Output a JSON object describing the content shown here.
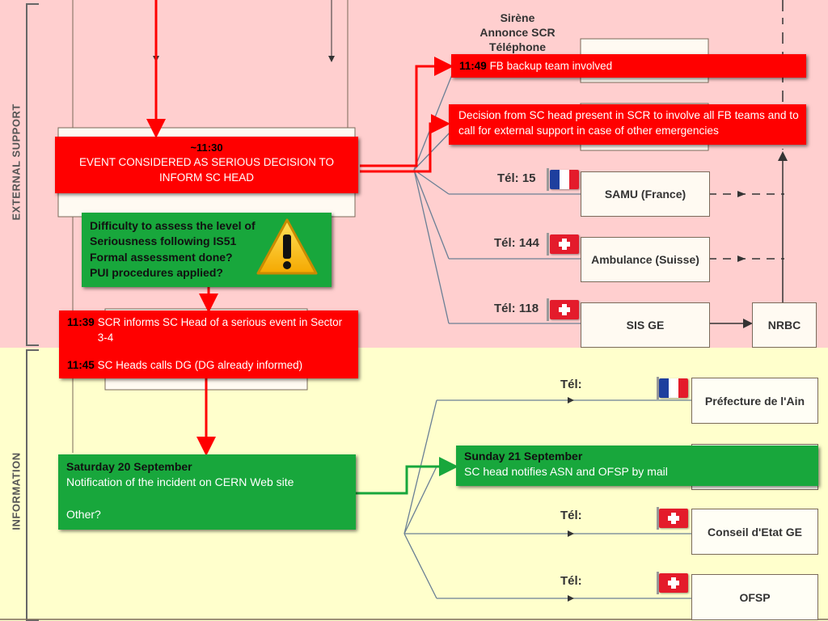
{
  "sections": {
    "external_support": "EXTERNAL SUPPORT",
    "information": "INFORMATION"
  },
  "sirene_label": [
    "Sirène",
    "Annonce SCR",
    "Téléphone"
  ],
  "services": {
    "samu": {
      "tel": "Tél: 15",
      "name": "SAMU (France)",
      "flag": "france-flag-icon"
    },
    "ambulance": {
      "tel": "Tél: 144",
      "name": "Ambulance (Suisse)",
      "flag": "swiss-flag-icon"
    },
    "sis": {
      "tel": "Tél: 118",
      "name": "SIS GE",
      "flag": "swiss-flag-icon"
    },
    "nrbc": {
      "name": "NRBC"
    },
    "prefecture": {
      "tel": "Tél:",
      "name": "Préfecture de l'Ain",
      "flag": "france-flag-icon"
    },
    "conseil": {
      "tel": "Tél:",
      "name": "Conseil d'Etat GE",
      "flag": "swiss-flag-icon"
    },
    "ofsp": {
      "tel": "Tél:",
      "name": "OFSP",
      "flag": "swiss-flag-icon"
    }
  },
  "overlays": {
    "fb_backup": {
      "time": "11:49",
      "text": "FB backup team involved"
    },
    "decision": {
      "text": "Decision from SC head present in SCR to involve all FB teams and to call for external support in case of other emergencies"
    },
    "event": {
      "time": "~11:30",
      "text": "EVENT CONSIDERED AS SERIOUS DECISION TO INFORM SC HEAD"
    },
    "difficulty": {
      "lines": [
        "Difficulty to assess the level of",
        "Seriousness following IS51",
        "Formal assessment done?",
        "PUI procedures applied?"
      ]
    },
    "scr_informs": {
      "time1": "11:39",
      "text1": "SCR informs SC Head of a serious event in Sector 3-4",
      "time2": "11:45",
      "text2": "SC Heads calls DG (DG already informed)"
    },
    "saturday": {
      "title": "Saturday 20 September",
      "line": "Notification of the incident on CERN Web site",
      "other": "Other?"
    },
    "sunday": {
      "title": "Sunday 21 September",
      "line": "SC head notifies ASN and OFSP by mail"
    }
  },
  "colors": {
    "red": "#ff0000",
    "green": "#18a73c",
    "pink_band": "#ffcfcf",
    "yellow_band": "#ffffcc"
  },
  "icons": {
    "warning": "warning-triangle-icon"
  }
}
